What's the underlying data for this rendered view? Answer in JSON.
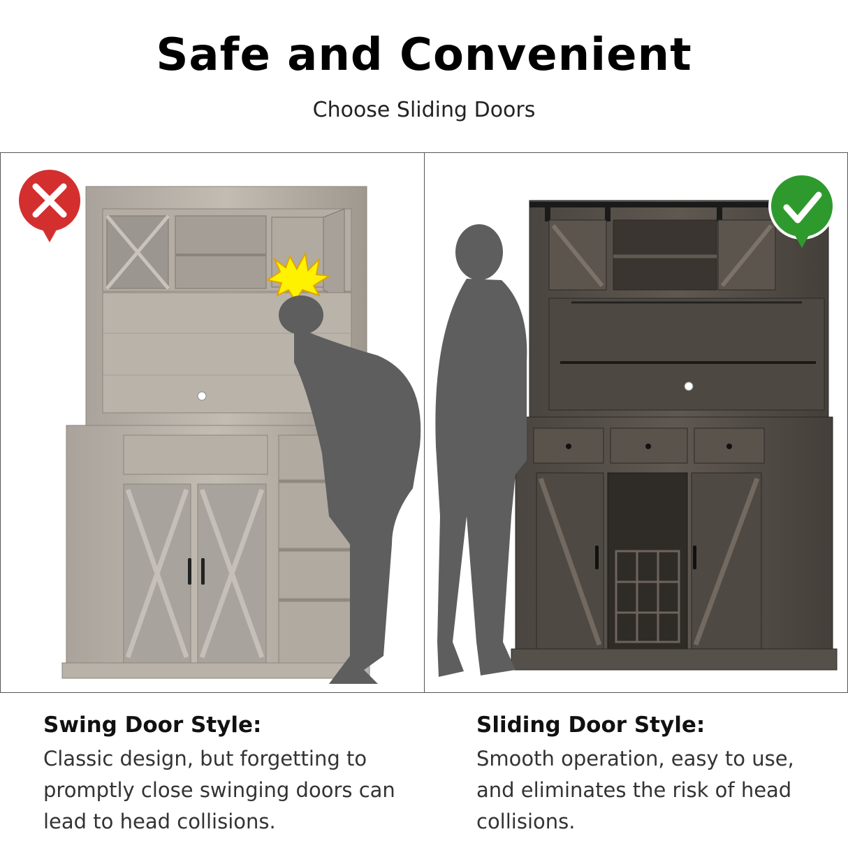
{
  "header": {
    "title": "Safe and Convenient",
    "subtitle": "Choose Sliding Doors"
  },
  "left": {
    "badge_icon": "x-mark-icon",
    "badge_color": "#d32f2f",
    "heading": "Swing Door Style:",
    "description": "Classic design, but forgetting to promptly close swinging doors can lead to head collisions."
  },
  "right": {
    "badge_icon": "check-mark-icon",
    "badge_color": "#2e9a2e",
    "heading": "Sliding Door Style:",
    "description": "Smooth operation, easy to use, and eliminates the risk of head collisions."
  }
}
